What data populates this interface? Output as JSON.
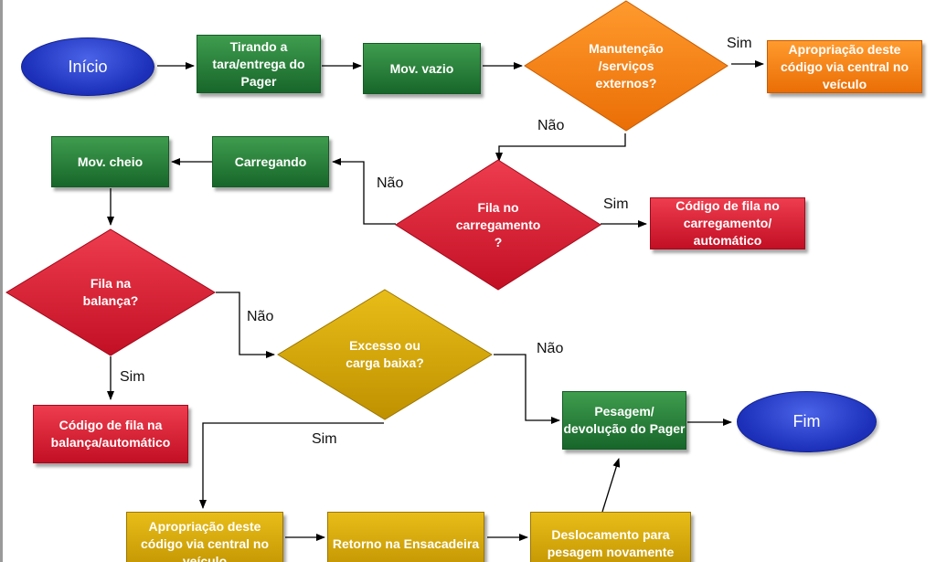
{
  "colors": {
    "green": "#1f7a34",
    "orange": "#f57f13",
    "red": "#d61a31",
    "yellow": "#d4a40c",
    "blue": "#2238c9",
    "line": "#000000"
  },
  "nodes": {
    "inicio": "Início",
    "tirando": "Tirando a tara/entrega do Pager",
    "mov_vazio": "Mov. vazio",
    "manutencao": "Manutenção /serviços externos?",
    "apropriacao_top": "Apropriação deste código via central no veículo",
    "fila_carregamento": "Fila no carregamento ?",
    "codigo_fila_carregamento": "Código de fila no carregamento/ automático",
    "carregando": "Carregando",
    "mov_cheio": "Mov. cheio",
    "fila_balanca": "Fila na balança?",
    "codigo_fila_balanca": "Código de fila na balança/automático",
    "excesso": "Excesso ou carga baixa?",
    "pesagem": "Pesagem/ devolução do Pager",
    "fim": "Fim",
    "apropriacao_bottom": "Apropriação deste código via central no veículo",
    "retorno": "Retorno na Ensacadeira",
    "deslocamento": "Deslocamento para pesagem novamente"
  },
  "edge_labels": {
    "sim_1": "Sim",
    "nao_1": "Não",
    "nao_2": "Não",
    "sim_2": "Sim",
    "nao_3": "Não",
    "sim_3": "Sim",
    "nao_4": "Não",
    "sim_4": "Sim"
  }
}
